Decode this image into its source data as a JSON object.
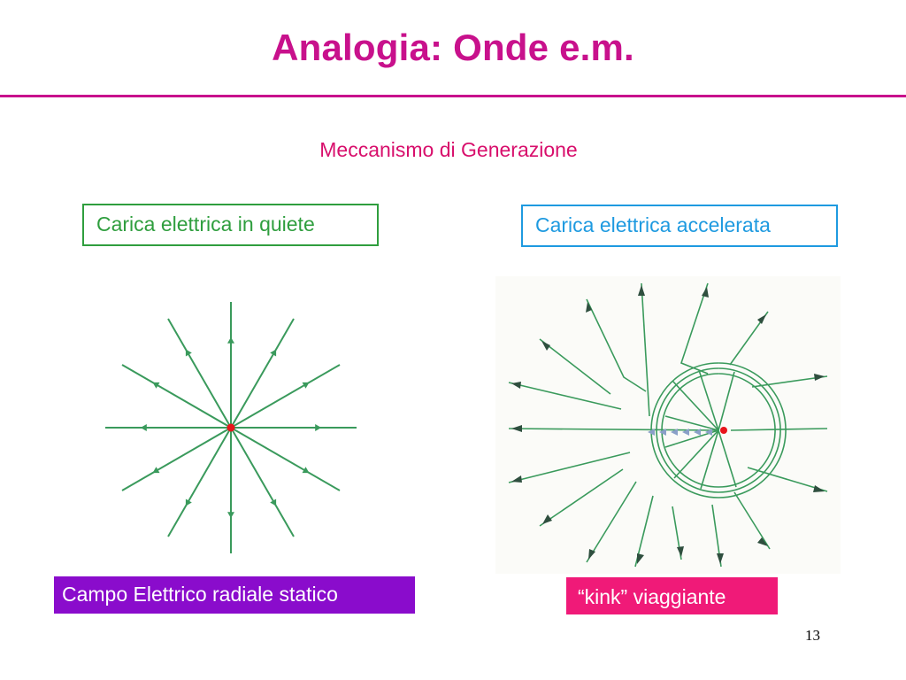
{
  "slide": {
    "title": "Analogia: Onde e.m.",
    "subtitle": "Meccanismo di Generazione",
    "page_number": "13"
  },
  "left_panel": {
    "label": "Carica elettrica in quiete",
    "caption": "Campo Elettrico radiale statico",
    "line_count": 12
  },
  "right_panel": {
    "label": "Carica elettrica accelerata",
    "caption": "“kink” viaggiante"
  },
  "colors": {
    "title": "#c8118c",
    "subtitle": "#d80f6c",
    "field_line": "#3a9a5c",
    "charge": "#e8141b",
    "green_box": "#2f9e3e",
    "blue_box": "#1e9ae0",
    "purple_caption": "#8a0ccc",
    "pink_caption": "#f01a78"
  }
}
